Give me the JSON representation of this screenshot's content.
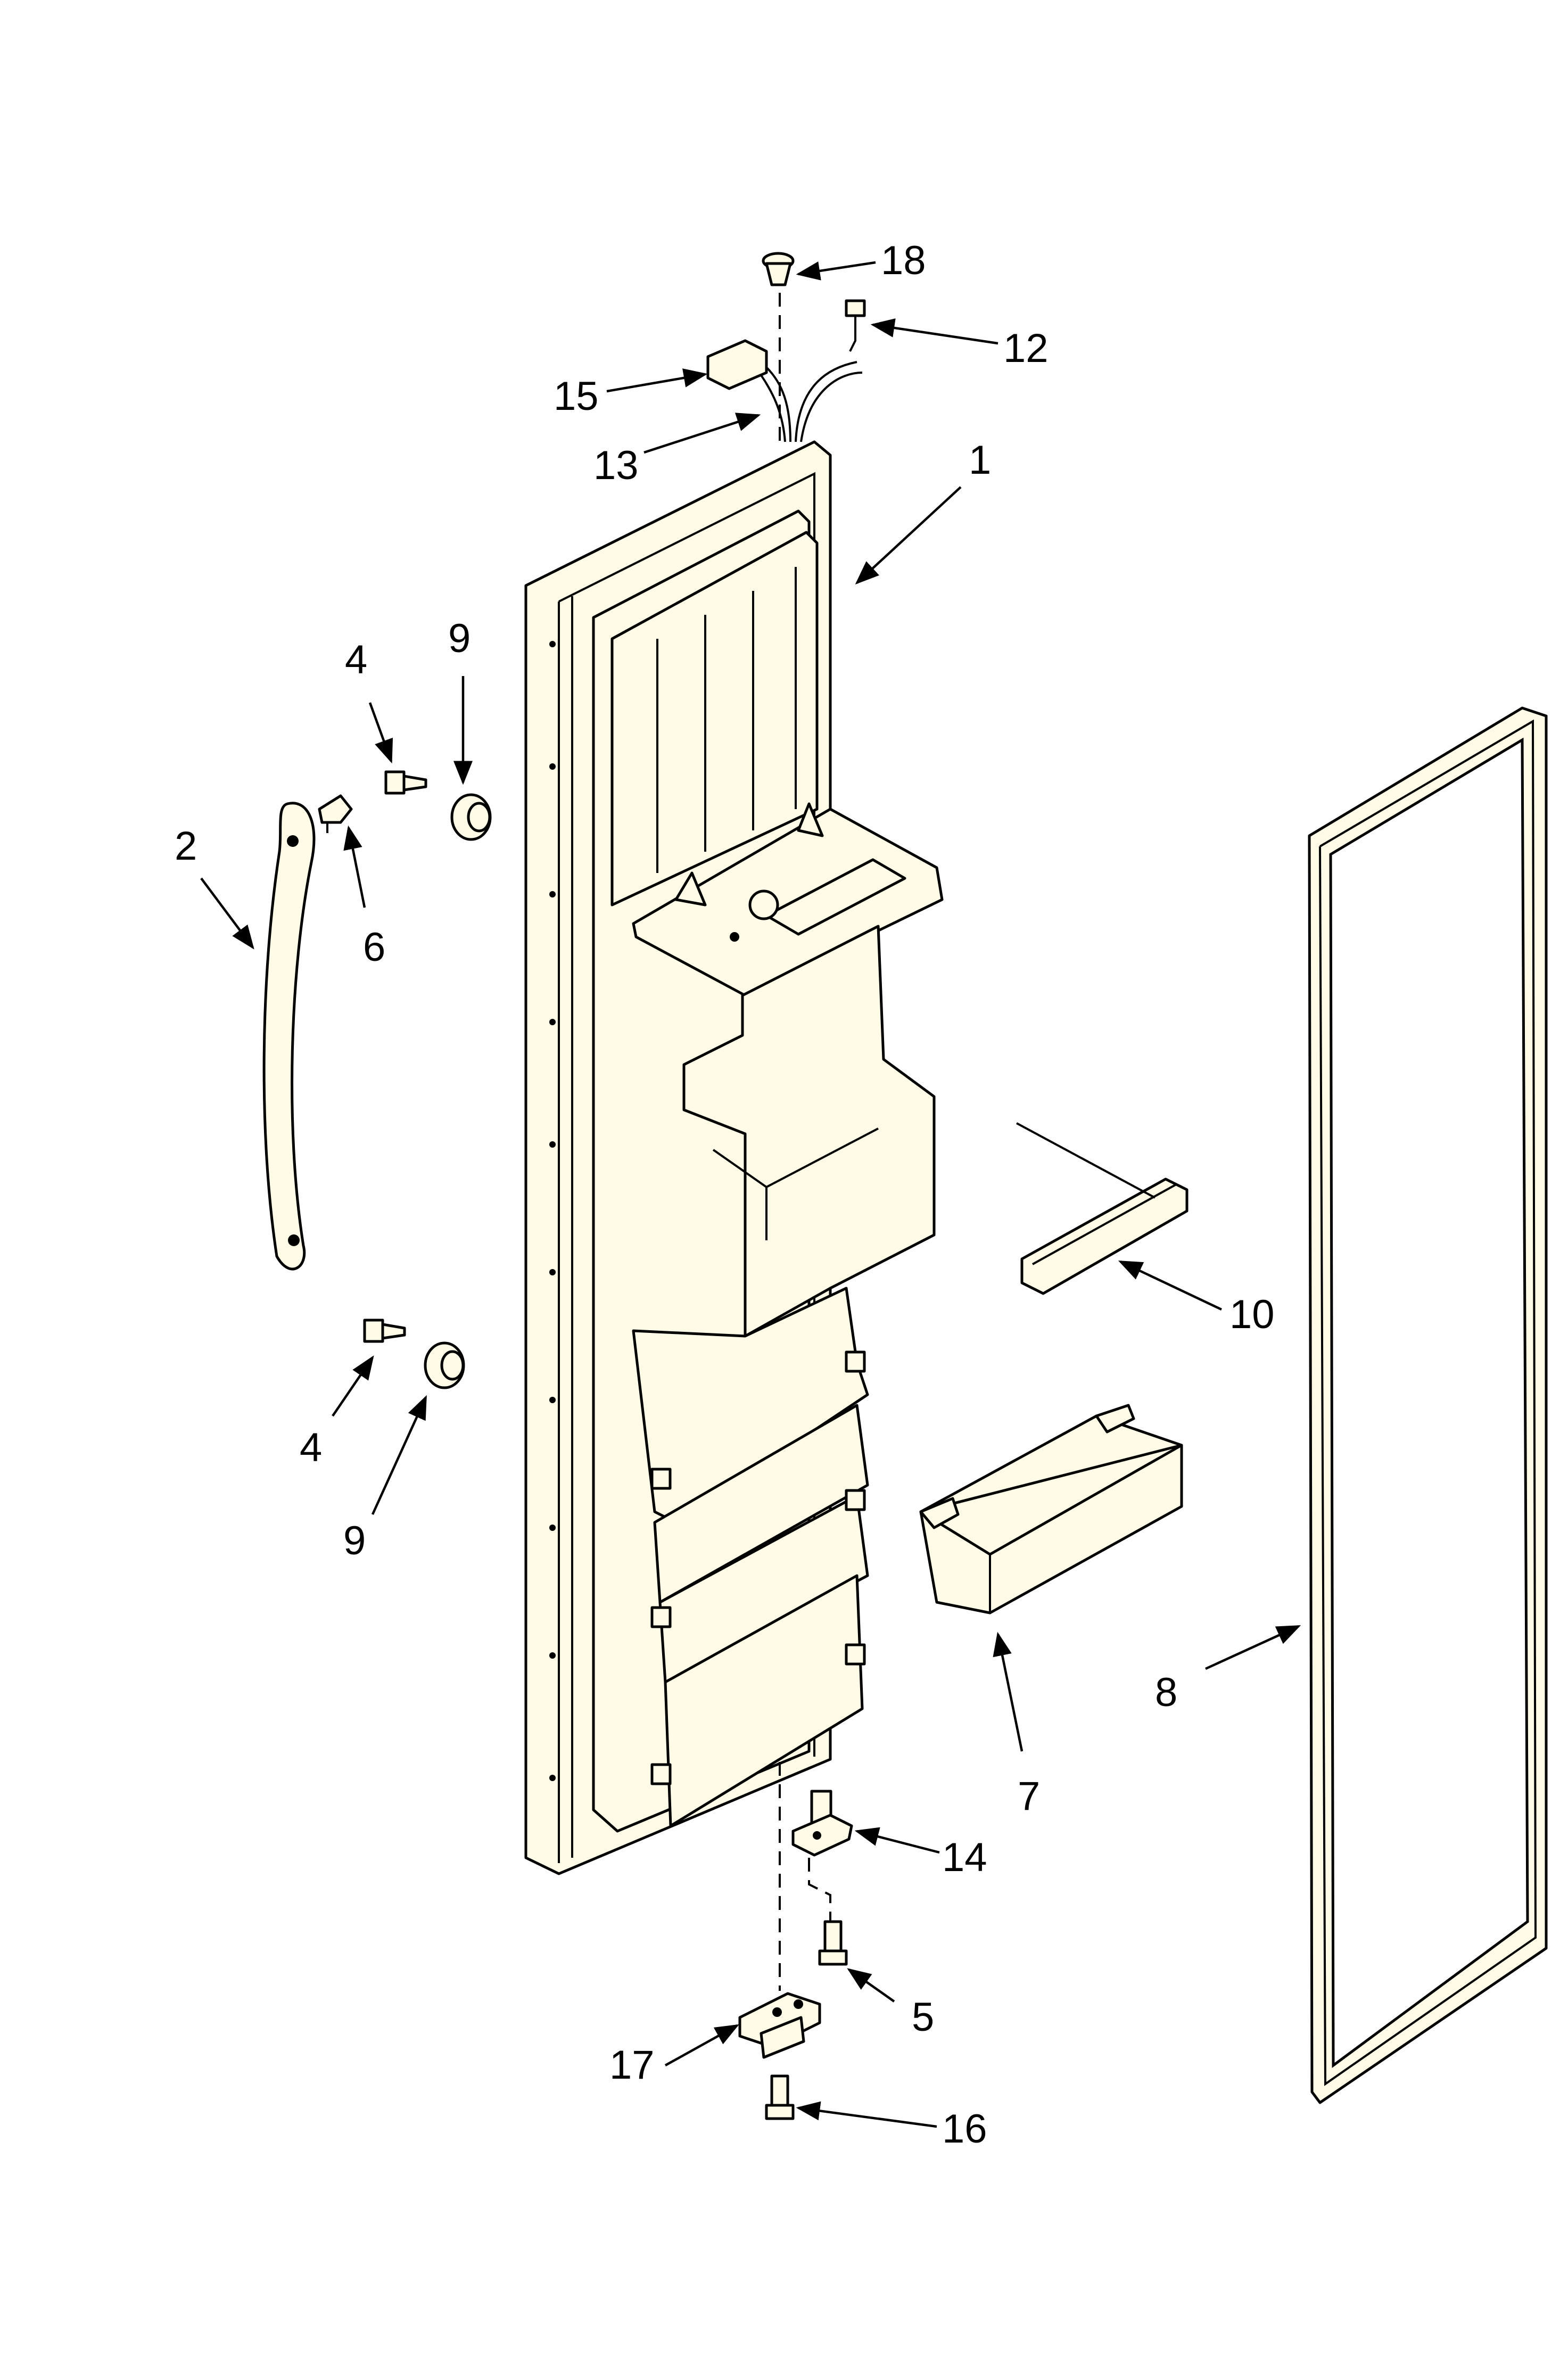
{
  "diagram": {
    "callouts": [
      {
        "id": "18",
        "text": "18"
      },
      {
        "id": "12",
        "text": "12"
      },
      {
        "id": "15",
        "text": "15"
      },
      {
        "id": "13",
        "text": "13"
      },
      {
        "id": "1",
        "text": "1"
      },
      {
        "id": "4a",
        "text": "4"
      },
      {
        "id": "9a",
        "text": "9"
      },
      {
        "id": "2",
        "text": "2"
      },
      {
        "id": "6",
        "text": "6"
      },
      {
        "id": "10",
        "text": "10"
      },
      {
        "id": "4b",
        "text": "4"
      },
      {
        "id": "9b",
        "text": "9"
      },
      {
        "id": "8",
        "text": "8"
      },
      {
        "id": "7",
        "text": "7"
      },
      {
        "id": "14",
        "text": "14"
      },
      {
        "id": "5",
        "text": "5"
      },
      {
        "id": "17",
        "text": "17"
      },
      {
        "id": "16",
        "text": "16"
      }
    ]
  }
}
